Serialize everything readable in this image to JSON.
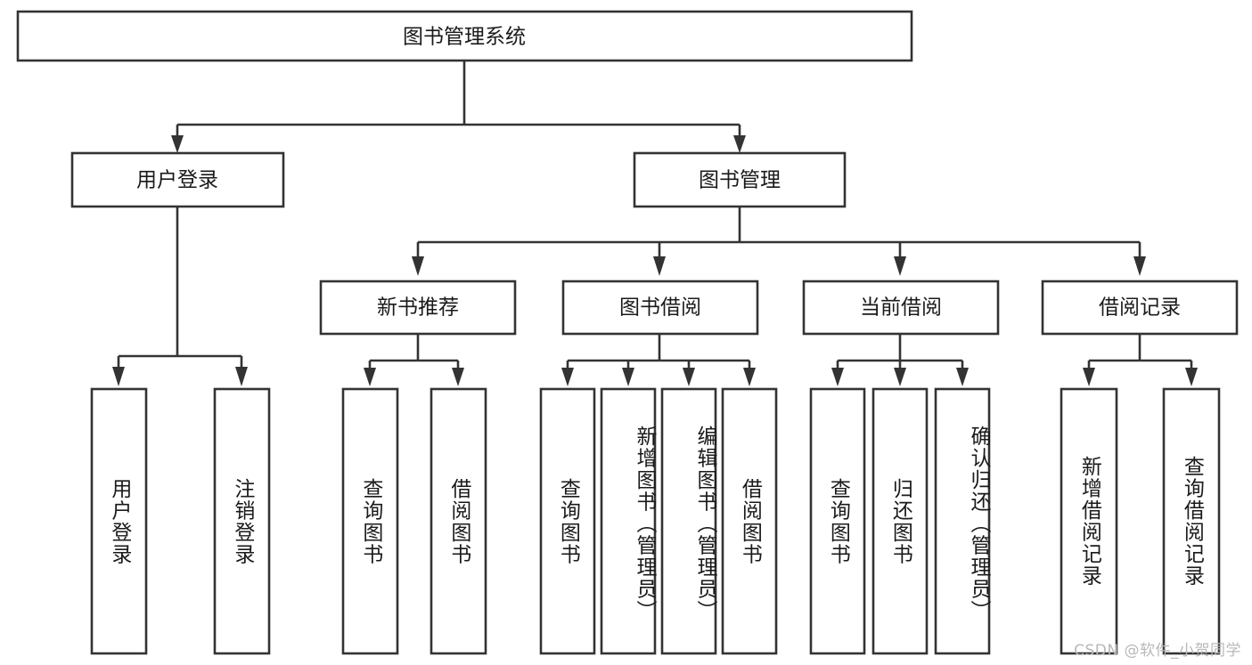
{
  "diagram": {
    "type": "tree",
    "title": "图书管理系统",
    "watermark": "CSDN @软件_小贺同学",
    "colors": {
      "box_stroke": "#333333",
      "box_fill": "#ffffff",
      "text": "#1a1a1a",
      "background": "#ffffff",
      "watermark": "#b8b8b8"
    },
    "nodes": {
      "root": {
        "label": "图书管理系统",
        "level": 0,
        "orientation": "horizontal"
      },
      "n_user_login": {
        "label": "用户登录",
        "level": 1,
        "orientation": "horizontal"
      },
      "n_book_manage": {
        "label": "图书管理",
        "level": 1,
        "orientation": "horizontal"
      },
      "n_new_book": {
        "label": "新书推荐",
        "level": 2,
        "orientation": "horizontal"
      },
      "n_book_borrow": {
        "label": "图书借阅",
        "level": 2,
        "orientation": "horizontal"
      },
      "n_current_borrow": {
        "label": "当前借阅",
        "level": 2,
        "orientation": "horizontal"
      },
      "n_borrow_record": {
        "label": "借阅记录",
        "level": 2,
        "orientation": "horizontal"
      },
      "l_user_login": {
        "label": "用户登录",
        "level": 3,
        "orientation": "vertical"
      },
      "l_user_logout": {
        "label": "注销登录",
        "level": 3,
        "orientation": "vertical"
      },
      "l_query_book_1": {
        "label": "查询图书",
        "level": 3,
        "orientation": "vertical"
      },
      "l_borrow_book_1": {
        "label": "借阅图书",
        "level": 3,
        "orientation": "vertical"
      },
      "l_query_book_2": {
        "label": "查询图书",
        "level": 3,
        "orientation": "vertical"
      },
      "l_add_book": {
        "label": "新增图书（管理员）",
        "level": 3,
        "orientation": "vertical"
      },
      "l_edit_book": {
        "label": "编辑图书（管理员）",
        "level": 3,
        "orientation": "vertical"
      },
      "l_borrow_book_2": {
        "label": "借阅图书",
        "level": 3,
        "orientation": "vertical"
      },
      "l_query_book_3": {
        "label": "查询图书",
        "level": 3,
        "orientation": "vertical"
      },
      "l_return_book": {
        "label": "归还图书",
        "level": 3,
        "orientation": "vertical"
      },
      "l_confirm_return": {
        "label": "确认归还（管理员）",
        "level": 3,
        "orientation": "vertical"
      },
      "l_add_record": {
        "label": "新增借阅记录",
        "level": 3,
        "orientation": "vertical"
      },
      "l_query_record": {
        "label": "查询借阅记录",
        "level": 3,
        "orientation": "vertical"
      }
    },
    "edges": [
      {
        "from": "root",
        "to": "n_user_login"
      },
      {
        "from": "root",
        "to": "n_book_manage"
      },
      {
        "from": "n_user_login",
        "to": "l_user_login"
      },
      {
        "from": "n_user_login",
        "to": "l_user_logout"
      },
      {
        "from": "n_book_manage",
        "to": "n_new_book"
      },
      {
        "from": "n_book_manage",
        "to": "n_book_borrow"
      },
      {
        "from": "n_book_manage",
        "to": "n_current_borrow"
      },
      {
        "from": "n_book_manage",
        "to": "n_borrow_record"
      },
      {
        "from": "n_new_book",
        "to": "l_query_book_1"
      },
      {
        "from": "n_new_book",
        "to": "l_borrow_book_1"
      },
      {
        "from": "n_book_borrow",
        "to": "l_query_book_2"
      },
      {
        "from": "n_book_borrow",
        "to": "l_add_book"
      },
      {
        "from": "n_book_borrow",
        "to": "l_edit_book"
      },
      {
        "from": "n_book_borrow",
        "to": "l_borrow_book_2"
      },
      {
        "from": "n_current_borrow",
        "to": "l_query_book_3"
      },
      {
        "from": "n_current_borrow",
        "to": "l_return_book"
      },
      {
        "from": "n_current_borrow",
        "to": "l_confirm_return"
      },
      {
        "from": "n_borrow_record",
        "to": "l_add_record"
      },
      {
        "from": "n_borrow_record",
        "to": "l_query_record"
      }
    ]
  }
}
